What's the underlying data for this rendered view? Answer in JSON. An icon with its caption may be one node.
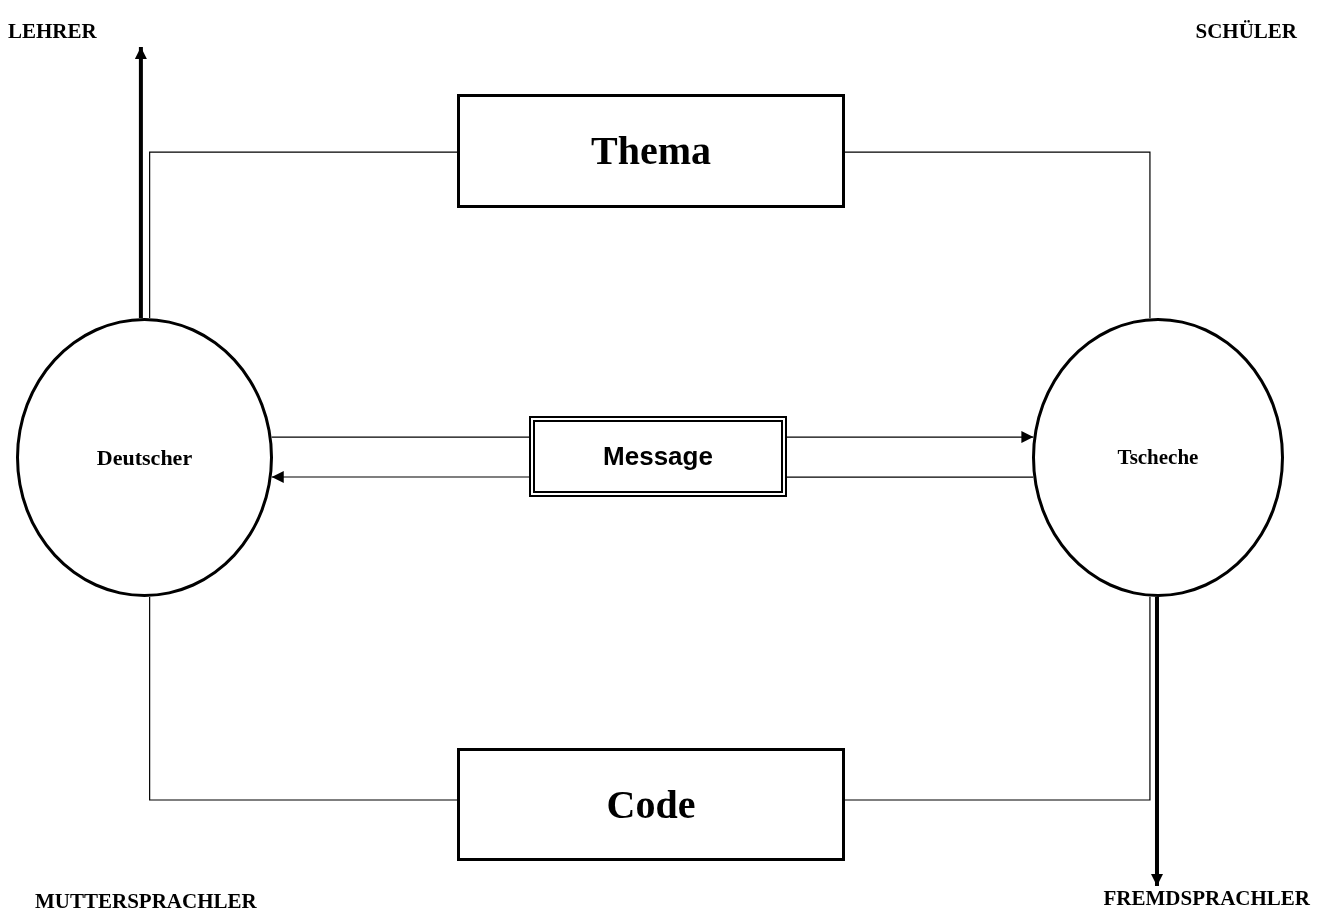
{
  "diagram": {
    "nodes": [
      {
        "text": [
          "LEHRER"
        ]
      },
      {
        "text": [
          "Thema"
        ]
      },
      {
        "text": [
          "Deutscher"
        ]
      },
      {
        "text": [
          "Message"
        ]
      },
      {
        "text": [
          "Tscheche"
        ]
      },
      {
        "text": [
          "Code"
        ]
      },
      {
        "text": [
          "FREMDSPRACHLER"
        ]
      }
    ],
    "edges": [
      {
        "from": 2,
        "to": 1,
        "arrow": "none"
      },
      {
        "from": 1,
        "to": 4,
        "arrow": "none"
      },
      {
        "from": 2,
        "to": 5,
        "arrow": "none"
      },
      {
        "from": 5,
        "to": 4,
        "arrow": "none"
      },
      {
        "from": 2,
        "to": 3,
        "arrow": "none"
      },
      {
        "from": 3,
        "to": 4,
        "arrow": "to"
      },
      {
        "from": 4,
        "to": 3,
        "arrow": "none"
      },
      {
        "from": 3,
        "to": 2,
        "arrow": "to"
      },
      {
        "from": 2,
        "to": 0,
        "arrow": "to",
        "style": "thick"
      },
      {
        "from": 4,
        "to": 6,
        "arrow": "to",
        "style": "thick"
      }
    ],
    "labels": [
      "SCHÜLER",
      "MUTTERSPRACHLER"
    ]
  }
}
